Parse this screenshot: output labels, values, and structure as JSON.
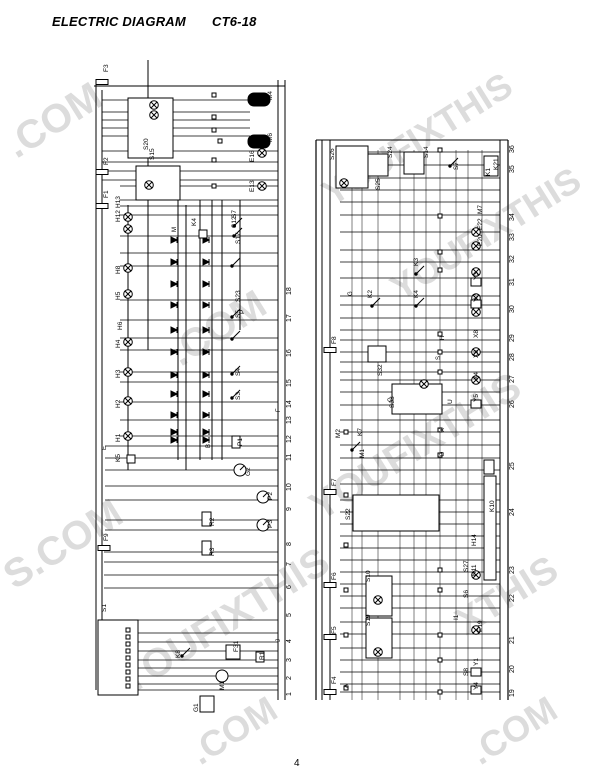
{
  "header": {
    "title": "ELECTRIC DIAGRAM",
    "model": "CT6-18"
  },
  "page_number": "4",
  "watermark": "YOUFIXTHIS.COM",
  "column_numbers_left": [
    "1",
    "2",
    "3",
    "4",
    "5",
    "6",
    "7",
    "8",
    "9",
    "10",
    "11",
    "12",
    "13",
    "14",
    "15",
    "16",
    "17",
    "18"
  ],
  "column_numbers_right": [
    "19",
    "20",
    "21",
    "22",
    "23",
    "24",
    "25",
    "26",
    "27",
    "28",
    "29",
    "30",
    "31",
    "32",
    "33",
    "34",
    "35",
    "36"
  ],
  "components_left": [
    "F3",
    "F2",
    "F1",
    "F9",
    "S1",
    "S15",
    "S20",
    "S5",
    "S3",
    "S4",
    "S23",
    "S17",
    "S12",
    "S7",
    "H1",
    "H2",
    "H3",
    "H4",
    "H5",
    "H6",
    "H8",
    "H12",
    "H13",
    "E13",
    "E16",
    "K4",
    "K5",
    "K8",
    "P",
    "P1",
    "P2",
    "P3",
    "G2",
    "G1",
    "R1",
    "R2",
    "R3",
    "F31",
    "M6",
    "M4",
    "M1"
  ],
  "components_right": [
    "F4",
    "F5",
    "F6",
    "F7",
    "F8",
    "S26",
    "S24",
    "S25",
    "S14",
    "S7",
    "S32",
    "S33",
    "S22",
    "S10",
    "S19",
    "S27",
    "S6",
    "K1",
    "K2",
    "K3",
    "K4",
    "K7",
    "K10",
    "K21",
    "E19",
    "E20",
    "E22",
    "H11",
    "H14",
    "M7",
    "Y1",
    "Y2",
    "Y3",
    "Y4",
    "Y5",
    "X4",
    "X9",
    "X8",
    "M2",
    "M1",
    "S8",
    "I1",
    "U"
  ],
  "bus_labels": [
    "J",
    "F",
    "M",
    "B",
    "E",
    "A",
    "G",
    "S",
    "H",
    "C",
    "X",
    "D"
  ]
}
